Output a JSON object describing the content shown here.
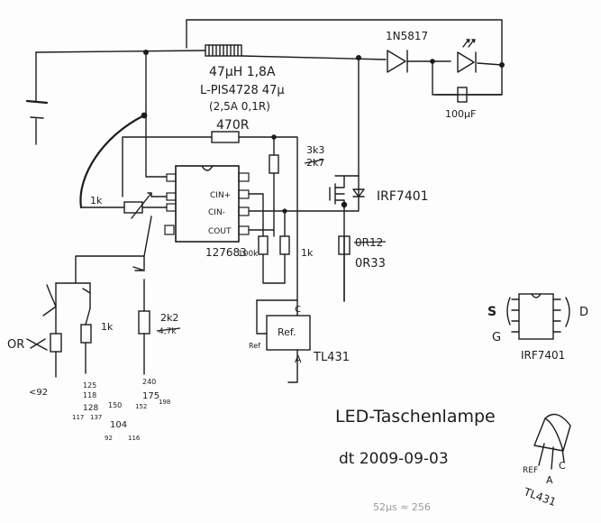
{
  "schematic": {
    "inductor": {
      "value": "47µH 1,8A",
      "part": "L-PIS4728 47µ",
      "spec": "(2,5A 0,1R)"
    },
    "diode": "1N5817",
    "capacitor": "100µF",
    "resistor_top": "470R",
    "resistor_gate": "3k3",
    "resistor_gate_old": "2k7",
    "mosfet": "IRF7401",
    "sense_old": "0R12",
    "sense_new": "0R33",
    "ic": "127683",
    "ic_pins": {
      "cin_plus": "CIN+",
      "cin_minus": "CIN-",
      "cout": "COUT"
    },
    "r_1k_left": "1k",
    "r_100k": "100k",
    "r_1k_right": "1k",
    "ref_c": "C",
    "ref_label": "Ref.",
    "ref_a": "A",
    "ref_pin": "Ref",
    "ref_part": "TL431",
    "sw_or": "OR",
    "sw_1k": "1k",
    "sw_2k2": "2k2",
    "sw_4k7": "4,7k",
    "num_lt92": "<92",
    "num_125": "125",
    "num_118": "118",
    "num_128": "128",
    "num_117": "117",
    "num_137": "137",
    "num_150": "150",
    "num_104": "104",
    "num_92": "92",
    "num_116": "116",
    "num_240": "240",
    "num_175": "175",
    "num_152": "152",
    "num_198": "198"
  },
  "pinout": {
    "s": "S",
    "d": "D",
    "g": "G",
    "part": "IRF7401"
  },
  "to92": {
    "ref": "REF",
    "c": "C",
    "a": "A",
    "part": "TL431"
  },
  "title": {
    "name": "LED-Taschenlampe",
    "date": "dt 2009-09-03"
  },
  "footnote": "52µs ≈ 256"
}
